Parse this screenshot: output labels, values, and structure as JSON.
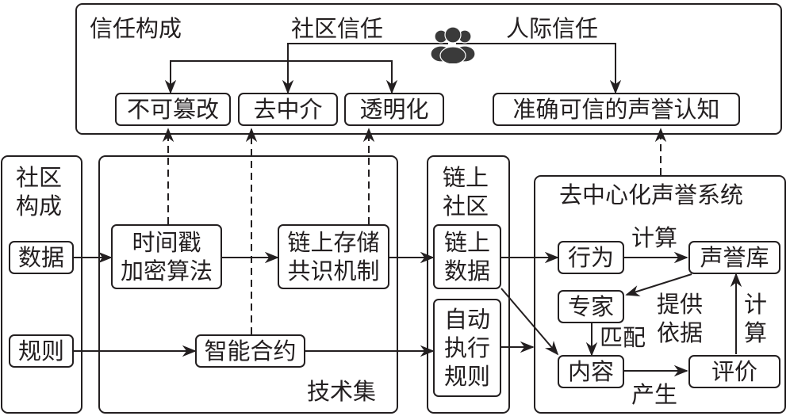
{
  "trust": {
    "title": "信任构成",
    "community_trust": "社区信任",
    "interpersonal_trust": "人际信任",
    "icon": "people-group-icon",
    "nodes": [
      "不可篡改",
      "去中介",
      "透明化",
      "准确可信的声誉认知"
    ]
  },
  "community": {
    "title": "社区\n构成",
    "items": [
      "数据",
      "规则"
    ]
  },
  "tech": {
    "title": "技术集",
    "nodes": [
      "时间戳\n加密算法",
      "链上存储\n共识机制",
      "智能合约"
    ]
  },
  "chain": {
    "title": "链上\n社区",
    "nodes": [
      "链上\n数据",
      "自动\n执行\n规则"
    ]
  },
  "reputation": {
    "title": "去中心化声誉系统",
    "nodes": [
      "行为",
      "声誉库",
      "专家",
      "内容",
      "评价"
    ],
    "edge_labels": {
      "compute_top": "计算",
      "provide_basis": "提供\n依据",
      "compute_right": "计\n算",
      "match": "匹配",
      "produce": "产生"
    }
  }
}
